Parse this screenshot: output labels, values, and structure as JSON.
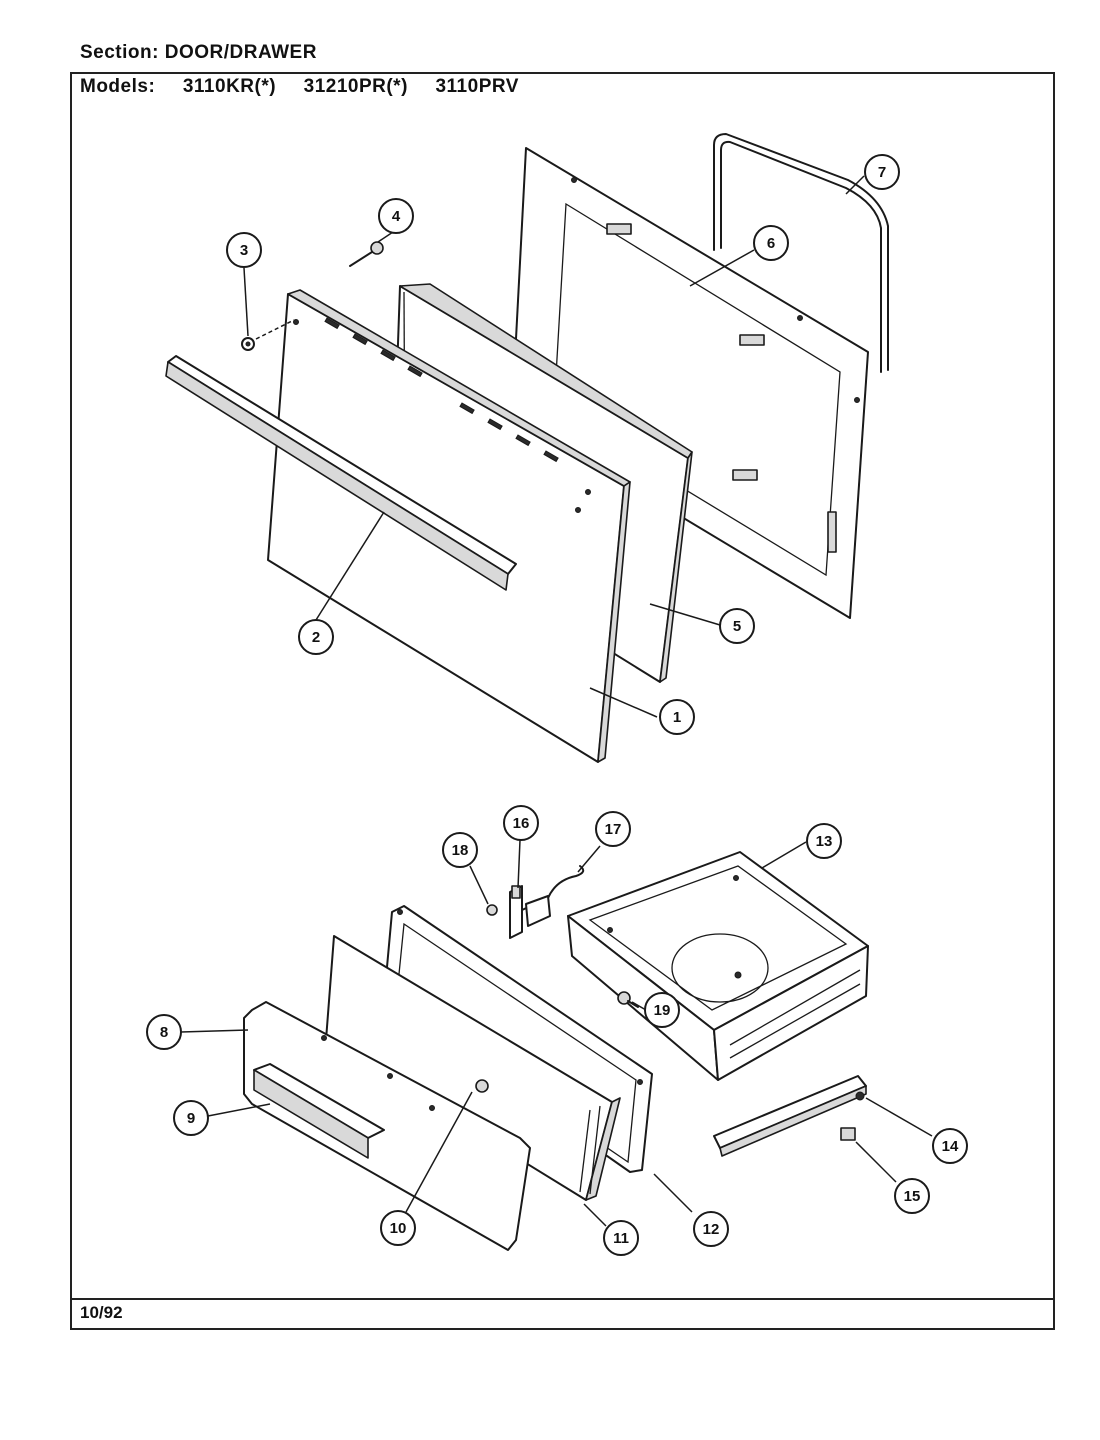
{
  "header": {
    "section_label": "Section:",
    "section_value": "DOOR/DRAWER",
    "models_label": "Models:",
    "models": [
      "3110KR(*)",
      "31210PR(*)",
      "3110PRV"
    ]
  },
  "footer": {
    "date": "10/92"
  },
  "callouts": [
    {
      "id": "1",
      "label": "1"
    },
    {
      "id": "2",
      "label": "2"
    },
    {
      "id": "3",
      "label": "3"
    },
    {
      "id": "4",
      "label": "4"
    },
    {
      "id": "5",
      "label": "5"
    },
    {
      "id": "6",
      "label": "6"
    },
    {
      "id": "7",
      "label": "7"
    },
    {
      "id": "8",
      "label": "8"
    },
    {
      "id": "9",
      "label": "9"
    },
    {
      "id": "10",
      "label": "10"
    },
    {
      "id": "11",
      "label": "11"
    },
    {
      "id": "12",
      "label": "12"
    },
    {
      "id": "13",
      "label": "13"
    },
    {
      "id": "14",
      "label": "14"
    },
    {
      "id": "15",
      "label": "15"
    },
    {
      "id": "16",
      "label": "16"
    },
    {
      "id": "17",
      "label": "17"
    },
    {
      "id": "18",
      "label": "18"
    },
    {
      "id": "19",
      "label": "19"
    }
  ]
}
